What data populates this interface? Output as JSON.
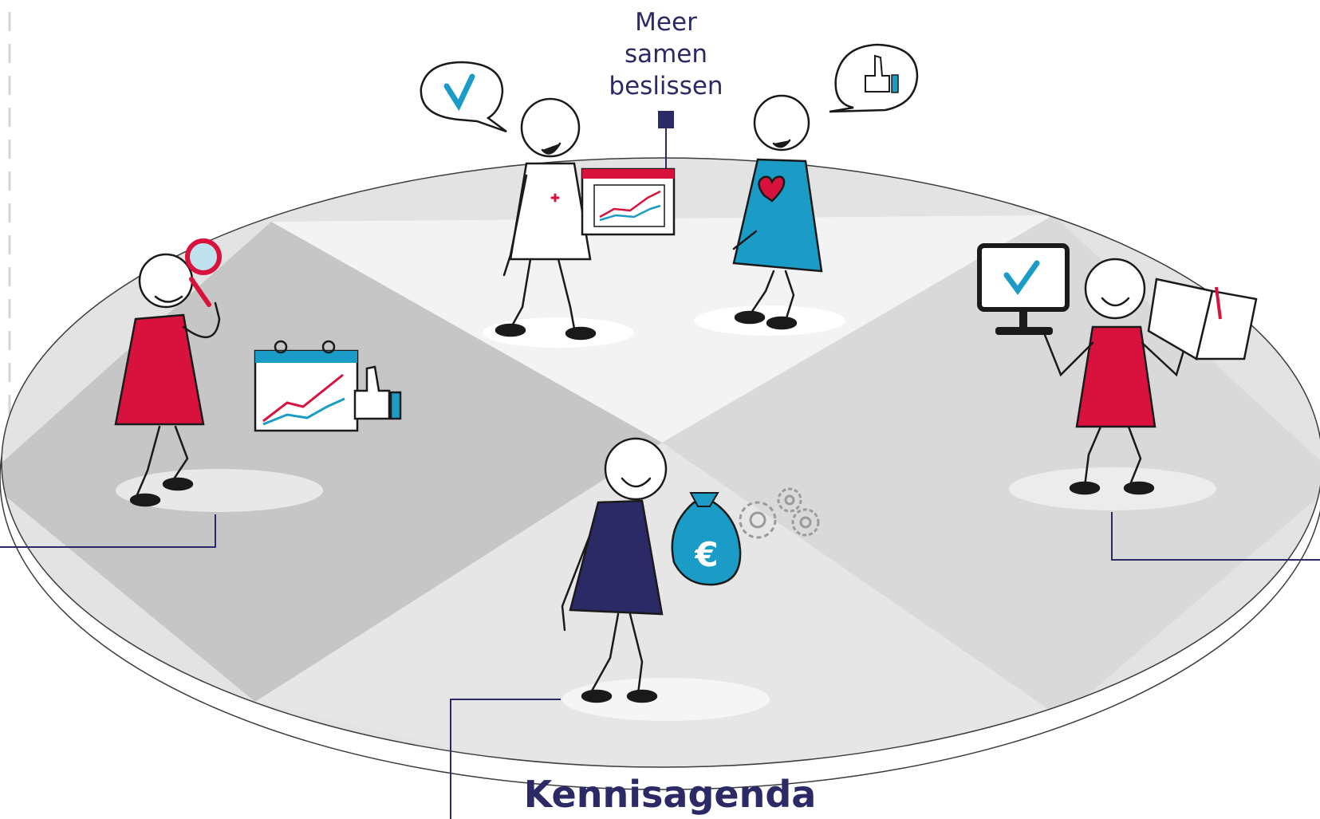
{
  "labels": {
    "top_lines": [
      "Meer",
      "samen",
      "beslissen"
    ],
    "bottom": "Kennisagenda"
  },
  "icons": {
    "euro": "€"
  },
  "colors": {
    "navy": "#2b2a66",
    "red": "#d9123d",
    "blue": "#1a9cc7",
    "disc_light": "#f3f3f3",
    "disc_mid": "#e3e3e3",
    "disc_dark": "#cccccc",
    "disc_darker": "#c2c2c2"
  }
}
